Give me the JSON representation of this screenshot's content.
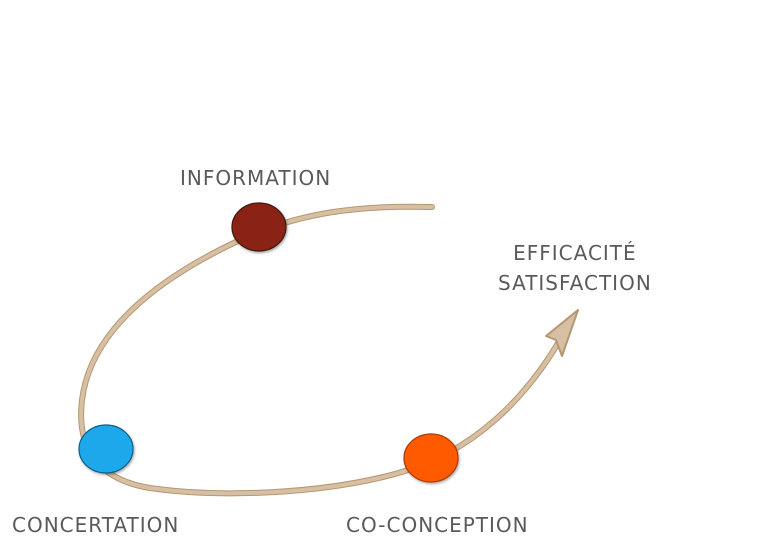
{
  "stages": [
    {
      "label": "INFORMATION",
      "color": "#8b2412"
    },
    {
      "label": "CONCERTATION",
      "color": "#1aa8ea"
    },
    {
      "label": "CO-CONCEPTION",
      "color": "#ff5a00"
    }
  ],
  "result": {
    "line1": "EFFICACITÉ",
    "line2": "SATISFACTION"
  },
  "colors": {
    "path": "#d6bfa2",
    "path_edge": "#b59772",
    "text": "#5a5a5a"
  }
}
